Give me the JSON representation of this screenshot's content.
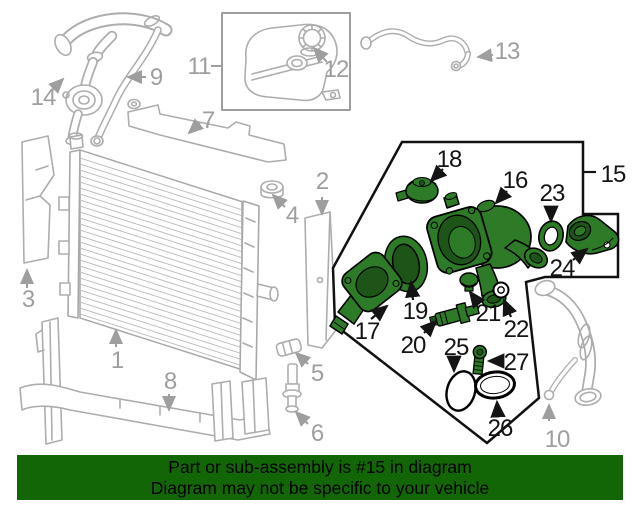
{
  "diagram": {
    "highlighted_part": "15",
    "banner": {
      "line1": "Part or sub-assembly is #15 in diagram",
      "line2": "Diagram may not be specific to your vehicle"
    },
    "colors": {
      "highlight_green": "#2d7a27",
      "highlight_green_dark": "#1d5518",
      "banner_green": "#136606",
      "line_art_gray": "#adadad",
      "callout_gray": "#9e9e9e",
      "callout_black": "#141414",
      "outline_black": "#000000",
      "background": "#ffffff"
    },
    "callouts": [
      {
        "label": "1",
        "highlighted": false
      },
      {
        "label": "2",
        "highlighted": false
      },
      {
        "label": "3",
        "highlighted": false
      },
      {
        "label": "4",
        "highlighted": false
      },
      {
        "label": "5",
        "highlighted": false
      },
      {
        "label": "6",
        "highlighted": false
      },
      {
        "label": "7",
        "highlighted": false
      },
      {
        "label": "8",
        "highlighted": false
      },
      {
        "label": "9",
        "highlighted": false
      },
      {
        "label": "10",
        "highlighted": false
      },
      {
        "label": "11",
        "highlighted": false
      },
      {
        "label": "12",
        "highlighted": false
      },
      {
        "label": "13",
        "highlighted": false
      },
      {
        "label": "14",
        "highlighted": false
      },
      {
        "label": "15",
        "highlighted": true
      },
      {
        "label": "16",
        "highlighted": true
      },
      {
        "label": "17",
        "highlighted": true
      },
      {
        "label": "18",
        "highlighted": true
      },
      {
        "label": "19",
        "highlighted": true
      },
      {
        "label": "20",
        "highlighted": true
      },
      {
        "label": "21",
        "highlighted": true
      },
      {
        "label": "22",
        "highlighted": true
      },
      {
        "label": "23",
        "highlighted": true
      },
      {
        "label": "24",
        "highlighted": true
      },
      {
        "label": "25",
        "highlighted": true
      },
      {
        "label": "26",
        "highlighted": true
      },
      {
        "label": "27",
        "highlighted": true
      }
    ]
  }
}
